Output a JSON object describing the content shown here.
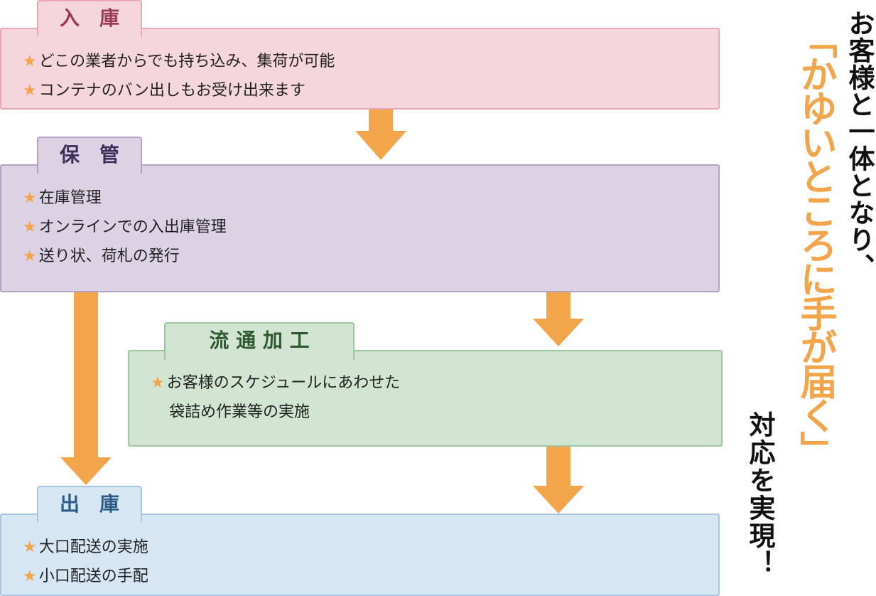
{
  "colors": {
    "arrow": "#f2a54a",
    "nyuko": {
      "bg": "#f5d6dd",
      "border": "#e9a6b6",
      "tab_text": "#9b3a55"
    },
    "hokan": {
      "bg": "#dcd2e4",
      "border": "#b3a2c6",
      "tab_text": "#3f2e5a"
    },
    "ryutsu": {
      "bg": "#d2e5d2",
      "border": "#9dc79d",
      "tab_text": "#2f5a2f"
    },
    "shukko": {
      "bg": "#d7e6f3",
      "border": "#a9c7e3",
      "tab_text": "#2e5c8a"
    },
    "tagline_accent": "#f2a54a"
  },
  "sections": {
    "nyuko": {
      "title": "入　庫",
      "items": [
        "どこの業者からでも持ち込み、集荷が可能",
        "コンテナのバン出しもお受け出来ます"
      ]
    },
    "hokan": {
      "title": "保　管",
      "items": [
        "在庫管理",
        "オンラインでの入出庫管理",
        "送り状、荷札の発行"
      ]
    },
    "ryutsu": {
      "title": "流 通 加 工",
      "items": [
        "お客様のスケジュールにあわせた",
        "袋詰め作業等の実施"
      ]
    },
    "shukko": {
      "title": "出　庫",
      "items": [
        "大口配送の実施",
        "小口配送の手配"
      ]
    }
  },
  "bullet": "★",
  "tagline": {
    "line1": "お客様と一体となり、",
    "line2": "「かゆいところに手が届く」",
    "line3": "対応を実現！"
  }
}
